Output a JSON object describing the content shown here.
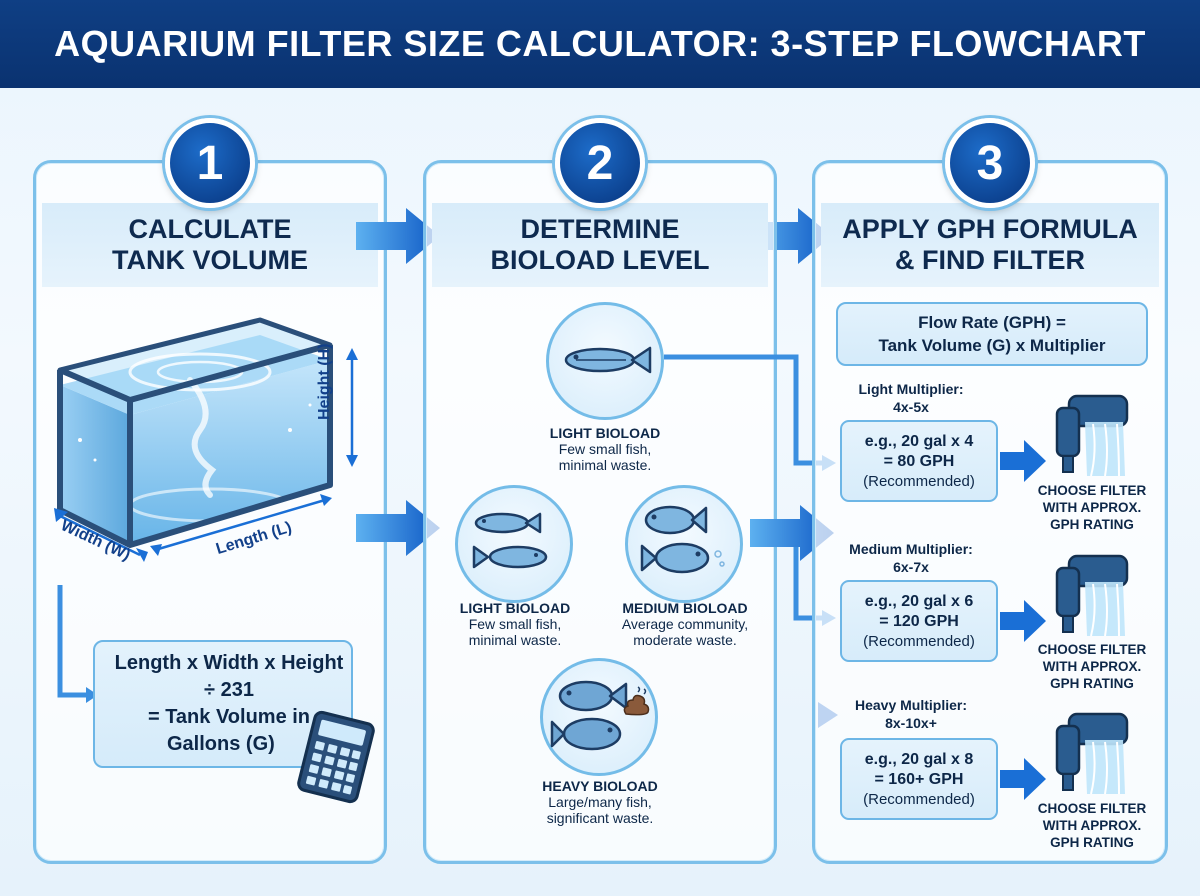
{
  "title": "AQUARIUM FILTER SIZE CALCULATOR: 3-STEP FLOWCHART",
  "steps": [
    {
      "number": "1",
      "heading_lines": [
        "CALCULATE",
        "TANK VOLUME"
      ]
    },
    {
      "number": "2",
      "heading_lines": [
        "DETERMINE",
        "BIOLOAD LEVEL"
      ]
    },
    {
      "number": "3",
      "heading_lines": [
        "APPLY GPH FORMULA",
        "& FIND FILTER"
      ]
    }
  ],
  "tank": {
    "height_label": "Height (H)",
    "width_label": "Width (W)",
    "length_label": "Length (L)"
  },
  "volume_formula": {
    "lines": [
      "Length x Width x Height",
      "÷ 231",
      "= Tank Volume in",
      "Gallons (G)"
    ]
  },
  "bioload": [
    {
      "title": "LIGHT BIOLOAD",
      "desc_lines": [
        "Few small fish,",
        "minimal waste."
      ]
    },
    {
      "title": "LIGHT BIOLOAD",
      "desc_lines": [
        "Few small fish,",
        "minimal waste."
      ]
    },
    {
      "title": "MEDIUM BIOLOAD",
      "desc_lines": [
        "Average community,",
        "moderate waste."
      ]
    },
    {
      "title": "HEAVY BIOLOAD",
      "desc_lines": [
        "Large/many fish,",
        "significant waste."
      ]
    }
  ],
  "gph_formula": {
    "lines": [
      "Flow Rate (GPH) =",
      "Tank Volume (G) x Multiplier"
    ]
  },
  "multipliers": [
    {
      "label_lines": [
        "Light Multiplier:",
        "4x-5x"
      ],
      "example_lines": [
        "e.g., 20 gal x 4",
        "= 80 GPH"
      ],
      "note": "(Recommended)"
    },
    {
      "label_lines": [
        "Medium Multiplier:",
        "6x-7x"
      ],
      "example_lines": [
        "e.g., 20 gal x 6",
        "= 120 GPH"
      ],
      "note": "(Recommended)"
    },
    {
      "label_lines": [
        "Heavy Multiplier:",
        "8x-10x+"
      ],
      "example_lines": [
        "e.g., 20 gal x 8",
        "= 160+ GPH"
      ],
      "note": "(Recommended)"
    }
  ],
  "choose_filter_lines": [
    "CHOOSE FILTER",
    "WITH APPROX.",
    "GPH RATING"
  ],
  "icons": {
    "tank": "aquarium-tank-icon",
    "calculator": "calculator-icon",
    "fish": "fish-icon",
    "waste": "waste-icon",
    "filter": "hang-on-back-filter-icon"
  },
  "colors": {
    "title_bar": "#0f3f84",
    "panel_border": "#7cc0ea",
    "badge": "#0b3f8c",
    "arrow": "#1a6fd6",
    "connector": "#3b8fe0"
  }
}
